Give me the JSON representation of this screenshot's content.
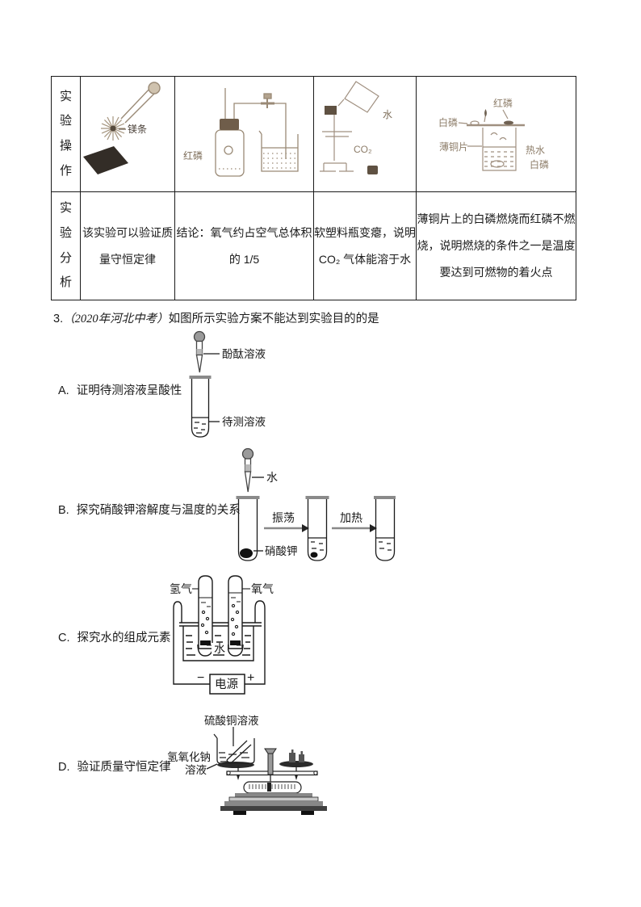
{
  "page": {
    "background": "#ffffff",
    "text_color": "#1a1a1a"
  },
  "table": {
    "operation_row": {
      "header": "实验操作",
      "cell1": {
        "mg_strip_label": "镁条"
      },
      "cell2": {
        "red_phosphorus_label": "红磷"
      },
      "cell3": {
        "water_label": "水",
        "co2_label": "CO₂"
      },
      "cell4": {
        "red_phosphorus_label": "红磷",
        "white_phosphorus_top_label": "白磷",
        "copper_sheet_label": "薄铜片",
        "hot_water_label": "热水",
        "white_phosphorus_bottom_label": "白磷"
      }
    },
    "analysis_row": {
      "header": "实验分析",
      "cell1": "该实验可以验证质量守恒定律",
      "cell2": "结论：氧气约占空气总体积的 1/5",
      "cell3": "软塑料瓶变瘪，说明 CO₂ 气体能溶于水",
      "cell4": "薄铜片上的白磷燃烧而红磷不燃烧，说明燃烧的条件之一是温度要达到可燃物的着火点"
    }
  },
  "question": {
    "number": "3.",
    "source": "（2020年河北中考）",
    "text": "如图所示实验方案不能达到实验目的的是"
  },
  "options": {
    "A": {
      "letter": "A.",
      "text": "证明待测溶液呈酸性",
      "labels": {
        "dropper": "酚酞溶液",
        "solution": "待测溶液"
      }
    },
    "B": {
      "letter": "B.",
      "text": "探究硝酸钾溶解度与温度的关系",
      "labels": {
        "dropper": "水",
        "solid": "硝酸钾",
        "step1": "振荡",
        "step2": "加热"
      }
    },
    "C": {
      "letter": "C.",
      "text": "探究水的组成元素",
      "labels": {
        "left_gas": "氢气",
        "right_gas": "氧气",
        "water": "水",
        "power": "电源",
        "minus": "−",
        "plus": "+"
      }
    },
    "D": {
      "letter": "D.",
      "text": "验证质量守恒定律",
      "labels": {
        "cuso4": "硫酸铜溶液",
        "naoh_line1": "氢氧化钠",
        "naoh_line2": "溶液"
      }
    }
  }
}
